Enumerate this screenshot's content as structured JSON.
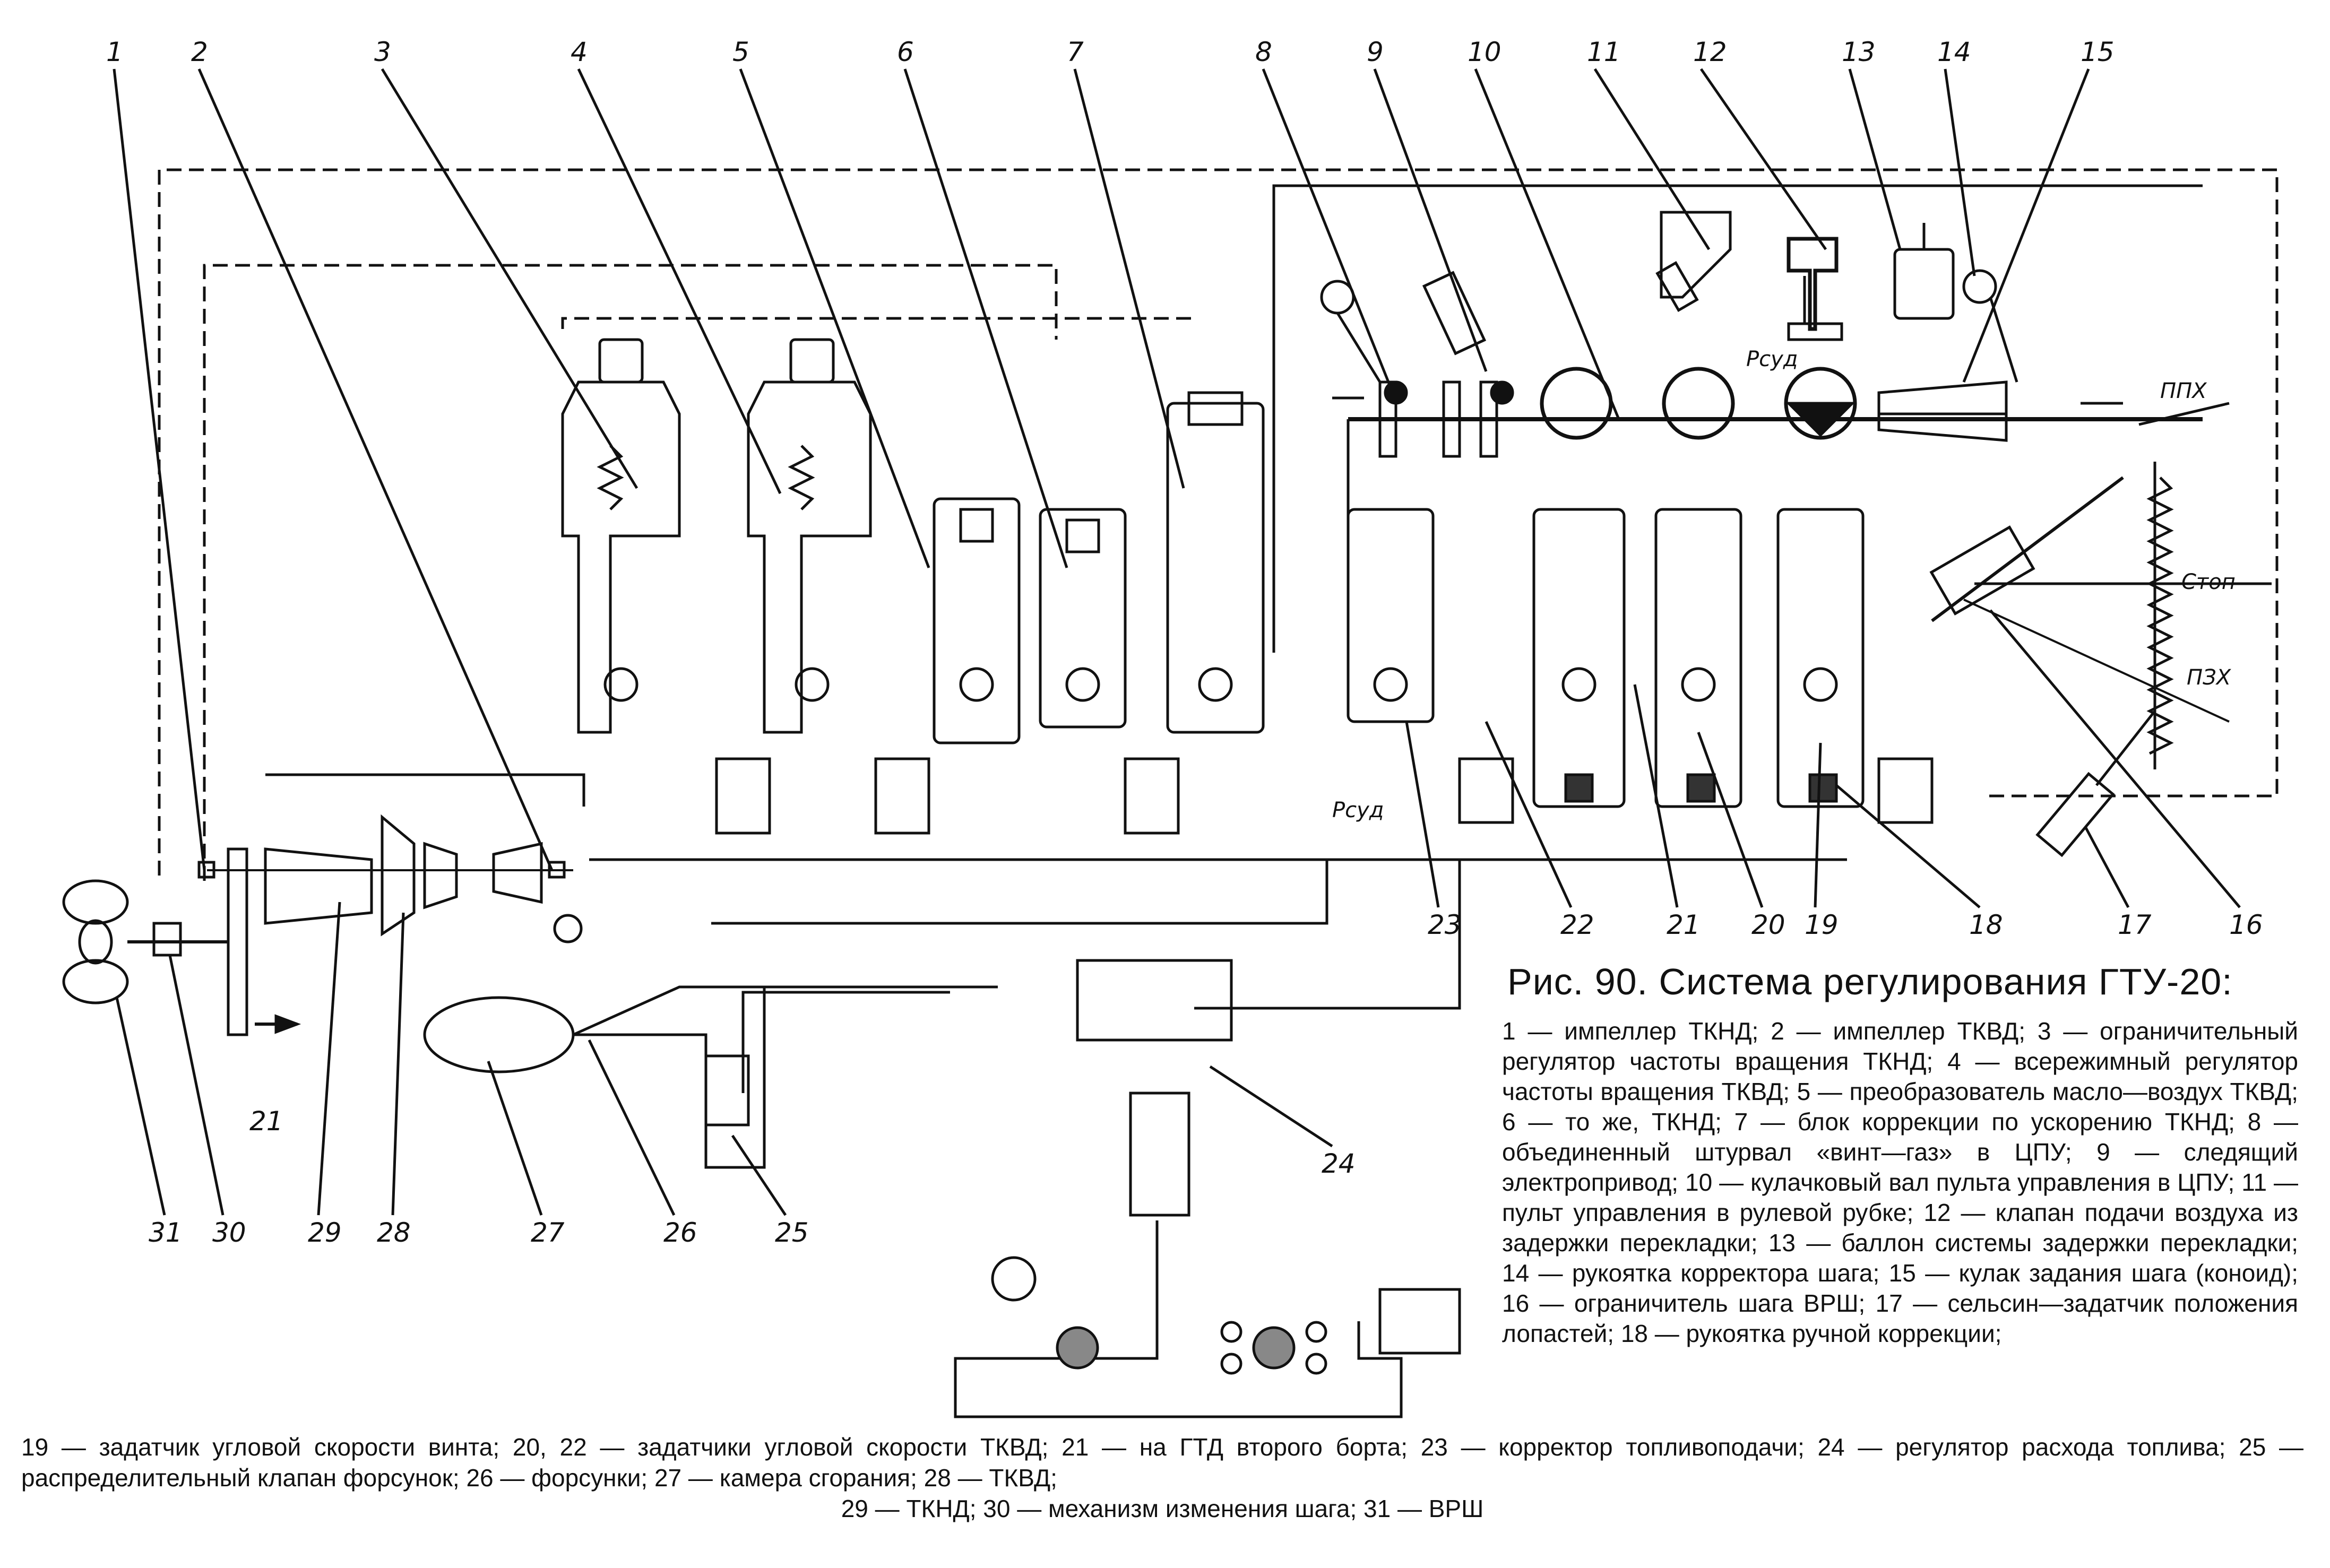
{
  "figure": {
    "caption": "Рис. 90. Система регулирования ГТУ-20:",
    "legend_right": "1 — импеллер ТКНД; 2 — импеллер ТКВД; 3 — ограничительный регулятор частоты вращения ТКНД; 4 — всережимный регулятор частоты вращения ТКВД; 5 — преобразователь масло—воздух ТКВД; 6 — то же, ТКНД; 7 — блок коррекции по ускорению ТКНД; 8 — объединенный штурвал «винт—газ» в ЦПУ; 9 — следящий электропривод; 10 — кулачковый вал пульта управления в ЦПУ; 11 — пульт управления в рулевой рубке; 12 — клапан подачи воздуха из задержки перекладки; 13 — баллон системы задержки перекладки; 14 — рукоятка корректора шага; 15 — кулак задания шага (коноид); 16 — ограничитель шага ВРШ; 17 — сельсин—задатчик положения лопастей; 18 — рукоятка ручной коррекции;",
    "legend_bottom": "19 — задатчик угловой скорости винта; 20, 22 — задатчики угловой скорости ТКВД; 21 — на ГТД второго борта; 23 — корректор топливоподачи; 24 — регулятор расхода топлива; 25 — распределительный клапан форсунок; 26 — форсунки; 27 — камера сгорания; 28 — ТКВД;",
    "legend_bottom_last": "29 — ТКНД; 30 — механизм изменения шага; 31 — ВРШ"
  },
  "callout_numbers": {
    "top": [
      "1",
      "2",
      "3",
      "4",
      "5",
      "6",
      "7",
      "8",
      "9",
      "10",
      "11",
      "12",
      "13",
      "14",
      "15"
    ],
    "bottom": [
      "31",
      "30",
      "29",
      "28",
      "27",
      "26",
      "25",
      "24",
      "23",
      "22",
      "21",
      "20",
      "19",
      "18",
      "17",
      "16"
    ],
    "left_21": "21"
  },
  "labels": {
    "p_sud_top": "Pсуд",
    "p_sud_bottom": "Pсуд",
    "ppx": "ППХ",
    "stop": "Стоп",
    "pzx": "ПЗХ"
  }
}
